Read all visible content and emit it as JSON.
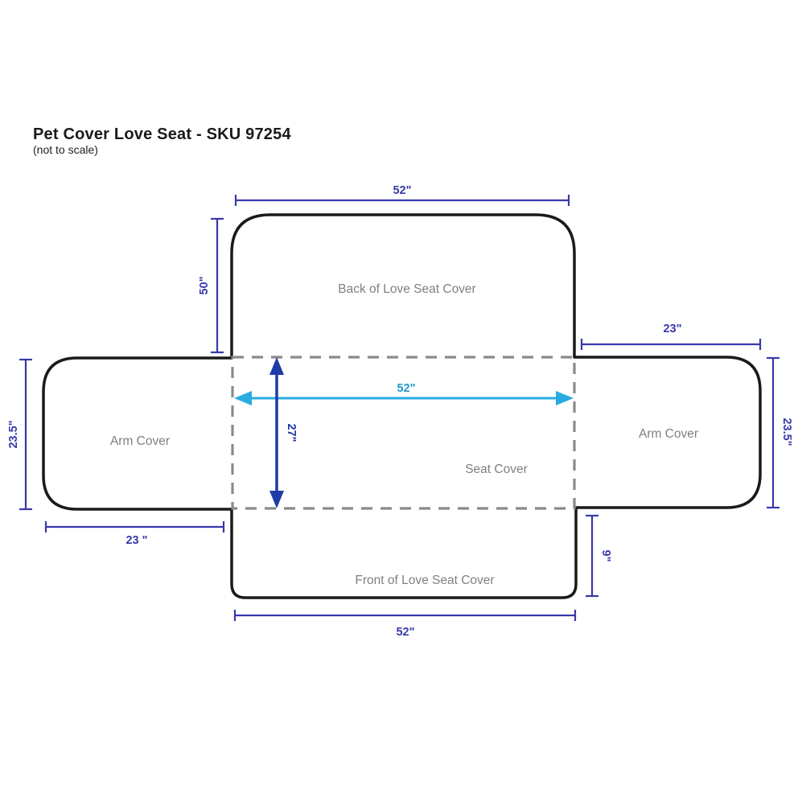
{
  "header": {
    "title": "Pet Cover Love Seat - SKU 97254",
    "subtitle": "(not to scale)"
  },
  "panels": {
    "back_label": "Back of Love Seat Cover",
    "seat_label": "Seat Cover",
    "arm_left_label": "Arm Cover",
    "arm_right_label": "Arm Cover",
    "front_label": "Front of Love Seat Cover"
  },
  "dimensions": {
    "back_width": "52\"",
    "back_height": "50\"",
    "arm_right_top_width": "23\"",
    "arm_right_side_height": "23.5\"",
    "arm_left_side_height": "23.5\"",
    "arm_left_bottom_width": "23 \"",
    "seat_width": "52\"",
    "seat_depth": "27\"",
    "front_drop": "9\"",
    "front_width": "52\""
  },
  "colors": {
    "outline_black": "#1a1a1a",
    "fold_line_gray": "#8a8a8a",
    "dimension_blue": "#3939ac",
    "seat_width_cyan": "#29abe2",
    "seat_depth_navy": "#1f3ba8",
    "panel_label_gray": "#808080",
    "background": "#ffffff"
  }
}
